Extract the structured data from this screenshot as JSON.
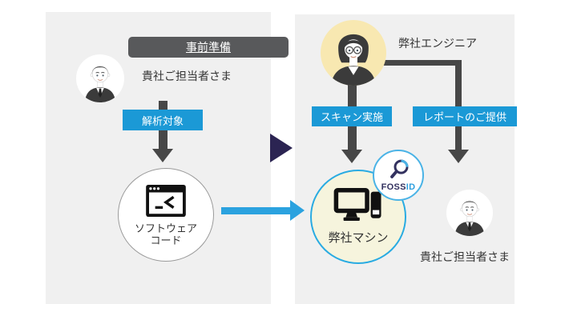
{
  "palette": {
    "page_bg": "#ffffff",
    "panel_bg": "#f0f0f0",
    "badge_bg": "#58595b",
    "badge_text": "#ffffff",
    "arrow_dark": "#474747",
    "flow_label_bg": "#1b99d6",
    "flow_label_text": "#ffffff",
    "transfer_arrow_blue": "#2ba2df",
    "transition_chevron_navy": "#2b2452",
    "engineer_avatar_bg": "#f8e8b1",
    "machine_circle_fill": "#f6f4dd",
    "machine_circle_border": "#29abe2",
    "fossid_navy": "#33315f",
    "fossid_blue": "#2e9fdf",
    "text_dark": "#333333",
    "node_circle_border": "#9a9a9a"
  },
  "left_panel": {
    "header_label": "事前準備",
    "contact_label": "貴社ご担当者さま",
    "flow_label": "解析対象",
    "node_label_line1": "ソフトウェア",
    "node_label_line2": "コード"
  },
  "right_panel": {
    "engineer_label": "弊社エンジニア",
    "scan_flow_label": "スキャン実施",
    "report_flow_label": "レポートのご提供",
    "machine_label": "弊社マシン",
    "fossid_wordmark_part1": "FOSS",
    "fossid_wordmark_part2": "ID",
    "recipient_label": "貴社ご担当者さま"
  },
  "icons": {
    "businessman_avatar": "man in dark suit with tie",
    "female_engineer_avatar": "woman with glasses in dark suit",
    "terminal_window_icon": "black code window with _< prompt",
    "computer_phone_icon": "desktop monitor with smartphone",
    "magnifier_icon": "FOSSID magnifying glass"
  }
}
